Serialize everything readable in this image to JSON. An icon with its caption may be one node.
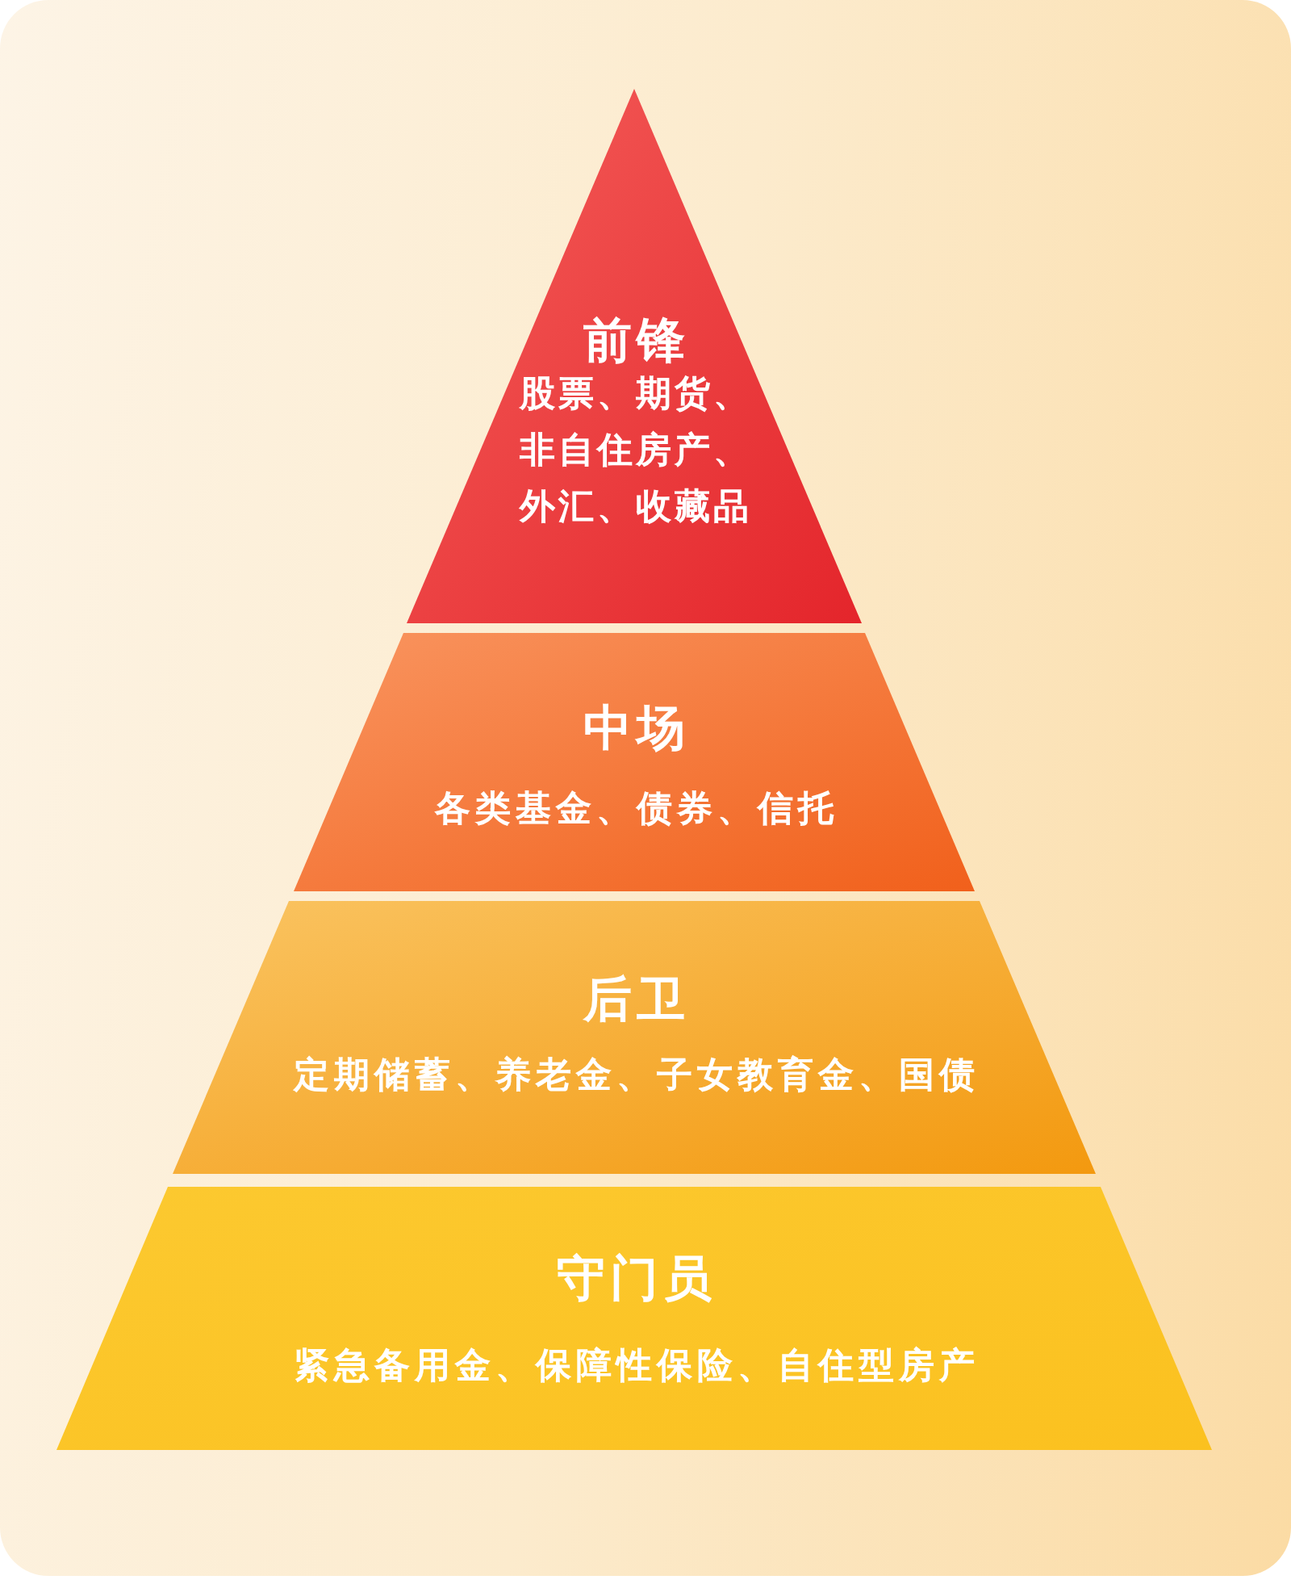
{
  "diagram": {
    "nodes": [
      {
        "text": [
          "前锋",
          "股票、期货、非自住房产、外汇、收藏品"
        ]
      },
      {
        "text": [
          "中场",
          "各类基金、债券、信托"
        ]
      },
      {
        "text": [
          "后卫",
          "定期储蓄、养老金、子女教育金、国债"
        ]
      },
      {
        "text": [
          "守门员",
          "紧急备用金、保障性保险、自住型房产"
        ]
      }
    ]
  }
}
